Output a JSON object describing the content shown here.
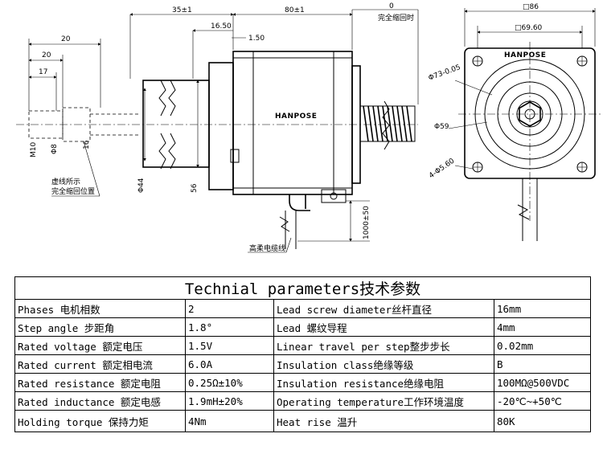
{
  "drawing": {
    "brand_side": "HANPOSE",
    "brand_front": "HANPOSE",
    "dims": {
      "d20_top": "20",
      "d20_mid": "20",
      "d17": "17",
      "d35": "35±1",
      "d80": "80±1",
      "d0": "0",
      "d0_note": "完全缩回时",
      "d16_50": "16.50",
      "d1_50": "1.50",
      "m10": "M10",
      "phi8": "Φ8",
      "d16": "16",
      "phi44": "Φ44",
      "d56": "56",
      "d1000": "1000±50",
      "sq86": "□86",
      "sq69": "□69.60",
      "phi73": "Φ73-0.05",
      "phi59": "Φ59",
      "holes": "4-Φ5.60"
    },
    "notes": {
      "dashed_note_1": "虚线所示",
      "dashed_note_2": "完全缩回位置",
      "cable_note": "高柔电缆线"
    }
  },
  "params": {
    "title": "Technial parameters技术参数",
    "rows": [
      {
        "k1": "Phases 电机相数",
        "v1": "2",
        "k2": "Lead screw diameter丝杆直径",
        "v2": "16mm"
      },
      {
        "k1": "Step angle 步距角",
        "v1": "1.8°",
        "k2": "Lead 螺纹导程",
        "v2": "4mm"
      },
      {
        "k1": "Rated voltage 额定电压",
        "v1": "1.5V",
        "k2": "Linear travel per step整步步长",
        "v2": "0.02mm"
      },
      {
        "k1": "Rated current 额定相电流",
        "v1": "6.0A",
        "k2": "Insulation class绝缘等级",
        "v2": "B"
      },
      {
        "k1": "Rated resistance 额定电阻",
        "v1": "0.25Ω±10%",
        "k2": "Insulation resistance绝缘电阻",
        "v2": "100MΩ@500VDC"
      },
      {
        "k1": "Rated inductance 额定电感",
        "v1": "1.9mH±20%",
        "k2": "Operating temperature工作环境温度",
        "v2": "-20℃~+50℃"
      },
      {
        "k1": "Holding torque 保持力矩",
        "v1": "4Nm",
        "k2": "Heat rise 温升",
        "v2": "80K"
      }
    ]
  }
}
